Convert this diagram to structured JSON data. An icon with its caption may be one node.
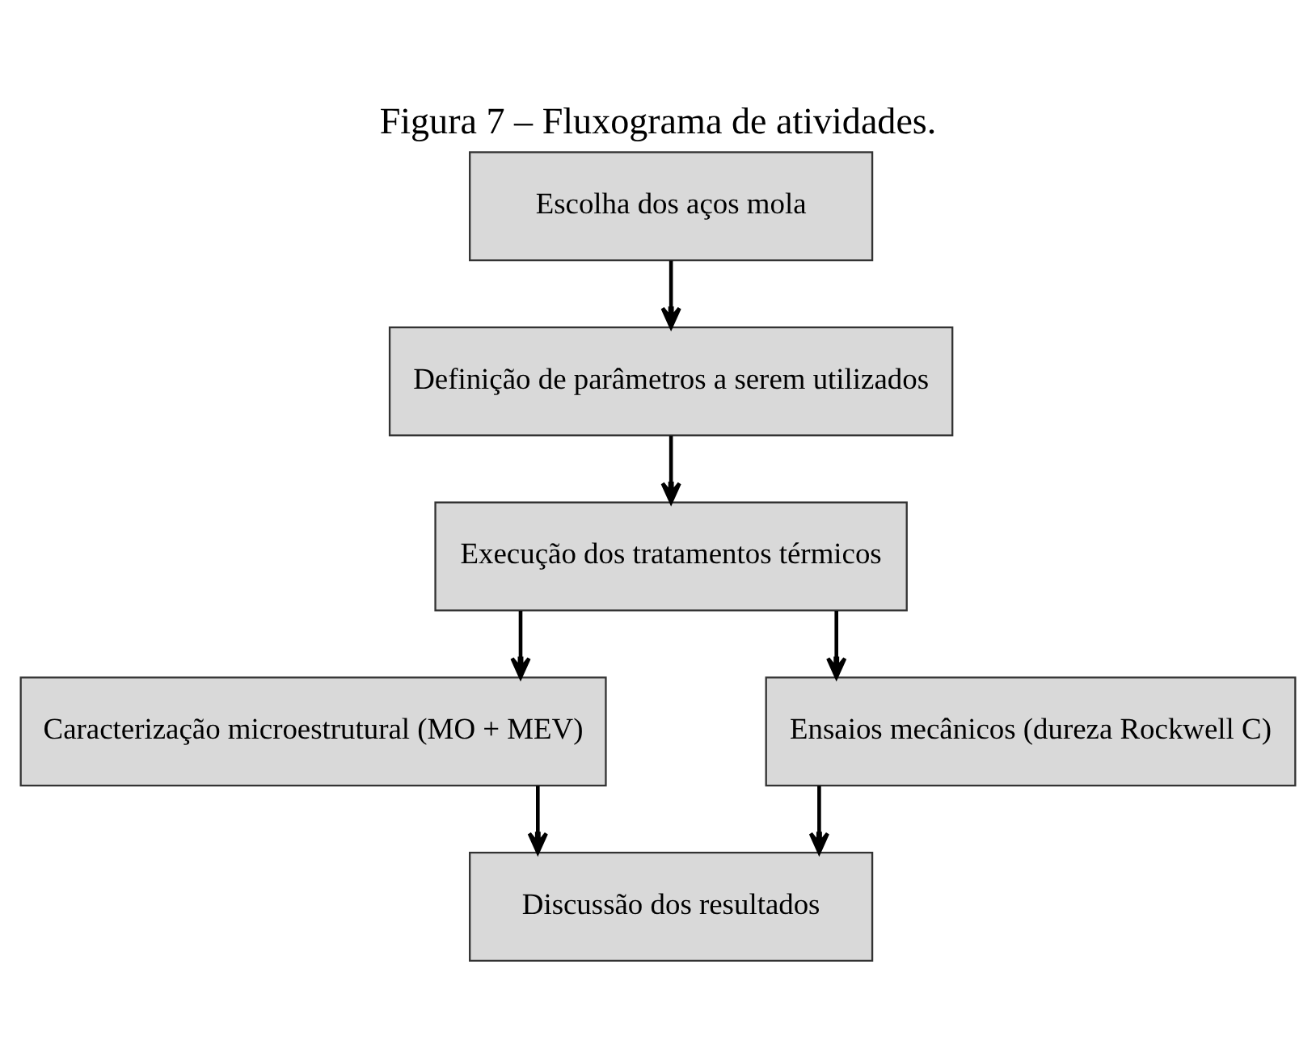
{
  "diagram": {
    "title": "Figura 7 – Fluxograma de atividades.",
    "nodes": [
      {
        "text": [
          "Escolha dos aços mola"
        ]
      },
      {
        "text": [
          "Definição de parâmetros a serem utilizados"
        ]
      },
      {
        "text": [
          "Execução dos tratamentos térmicos"
        ]
      },
      {
        "text": [
          "Caracterização microestrutural (MO + MEV)"
        ]
      },
      {
        "text": [
          "Ensaios mecânicos (dureza Rockwell C)"
        ]
      },
      {
        "text": [
          "Discussão dos resultados"
        ]
      }
    ],
    "edges": [
      {
        "from": 0,
        "to": 1,
        "arrow": "to"
      },
      {
        "from": 1,
        "to": 2,
        "arrow": "to"
      },
      {
        "from": 2,
        "to": 3,
        "arrow": "to"
      },
      {
        "from": 2,
        "to": 4,
        "arrow": "to"
      },
      {
        "from": 3,
        "to": 5,
        "arrow": "to"
      },
      {
        "from": 4,
        "to": 5,
        "arrow": "to"
      }
    ]
  }
}
